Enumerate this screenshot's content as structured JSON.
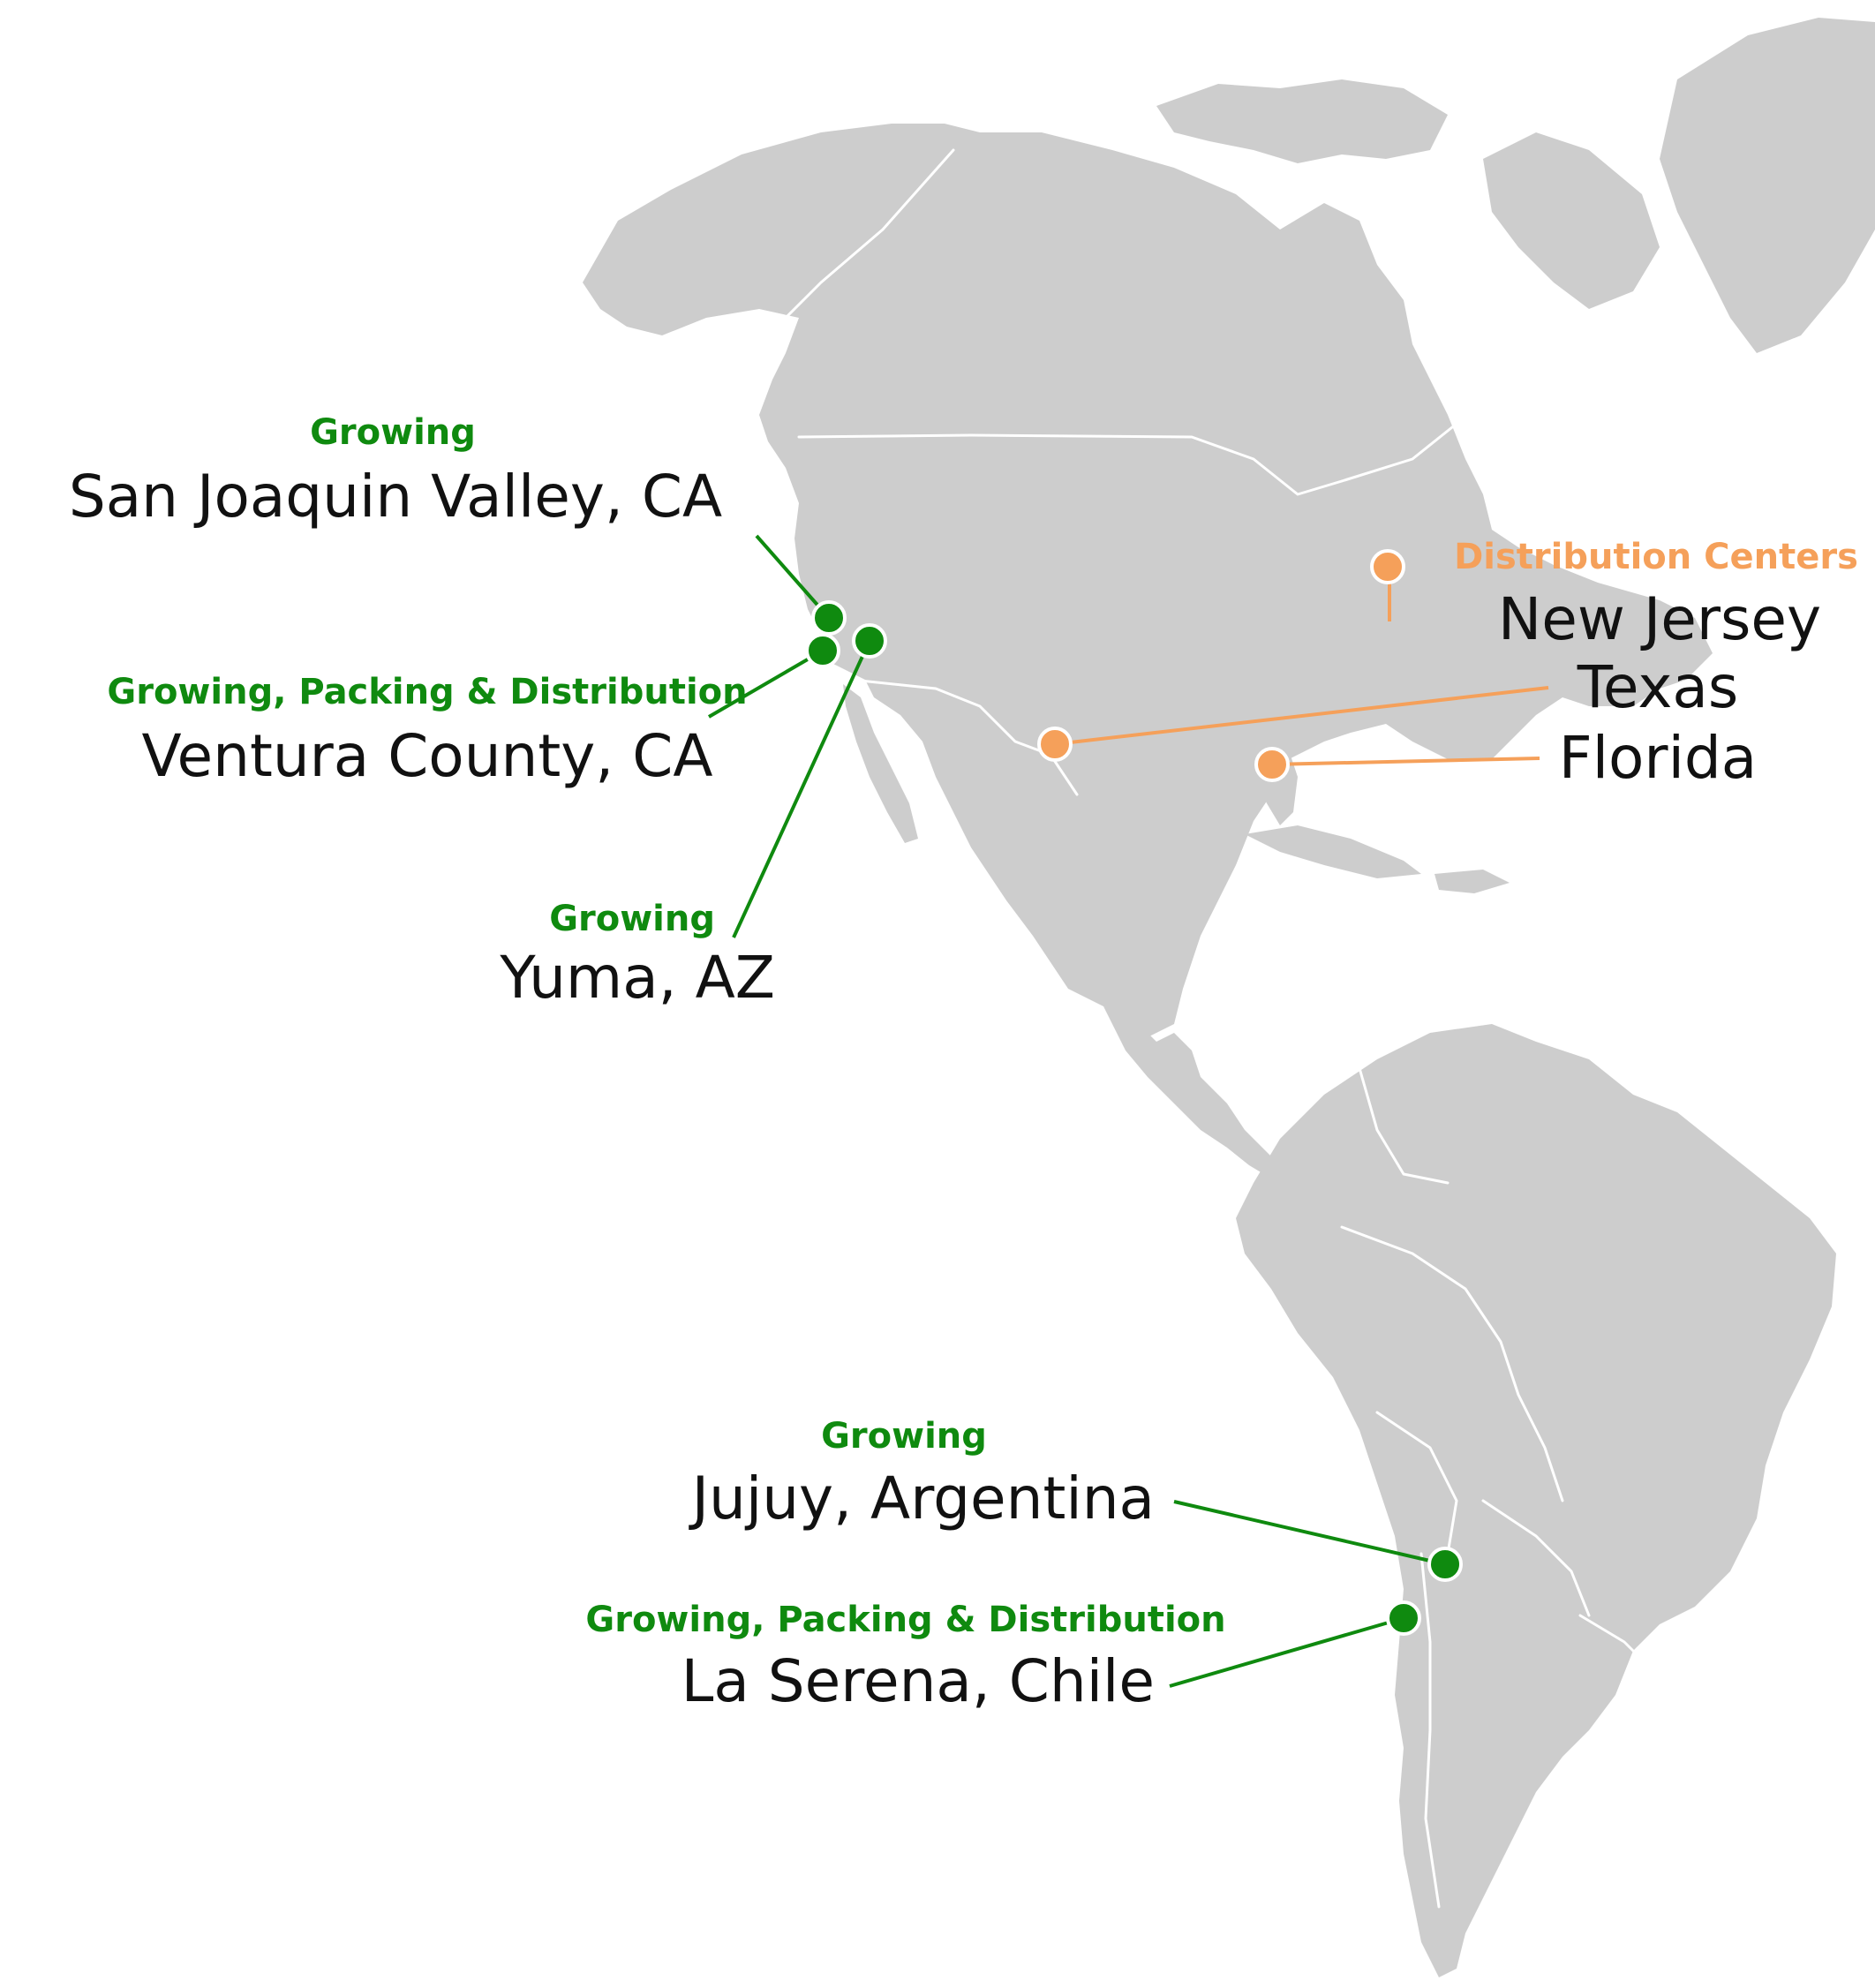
{
  "colors": {
    "land": "#cdcdcd",
    "border": "#ffffff",
    "growing": "#0f8a0f",
    "distribution": "#f5a05a",
    "place_text": "#111111"
  },
  "locations": [
    {
      "id": "san-joaquin",
      "category": "Growing",
      "place": "San Joaquin Valley, CA",
      "kind": "growing",
      "lon": -120.1,
      "lat": 36.7
    },
    {
      "id": "ventura",
      "category": "Growing, Packing & Distribution",
      "place": "Ventura County, CA",
      "kind": "growing",
      "lon": -119.1,
      "lat": 34.4
    },
    {
      "id": "yuma",
      "category": "Growing",
      "place": "Yuma, AZ",
      "kind": "growing",
      "lon": -114.6,
      "lat": 32.7
    },
    {
      "id": "new-jersey",
      "category": "Distribution Centers",
      "place": "New Jersey",
      "kind": "distribution",
      "lon": -74.4,
      "lat": 40.3
    },
    {
      "id": "texas",
      "category": "",
      "place": "Texas",
      "kind": "distribution",
      "lon": -97.5,
      "lat": 26.2
    },
    {
      "id": "florida",
      "category": "",
      "place": "Florida",
      "kind": "distribution",
      "lon": -81.4,
      "lat": 27.5
    },
    {
      "id": "jujuy",
      "category": "Growing",
      "place": "Jujuy, Argentina",
      "kind": "growing",
      "lon": -65.3,
      "lat": -24.2
    },
    {
      "id": "la-serena",
      "category": "Growing, Packing & Distribution",
      "place": "La Serena, Chile",
      "kind": "growing",
      "lon": -71.2,
      "lat": -29.9
    }
  ]
}
